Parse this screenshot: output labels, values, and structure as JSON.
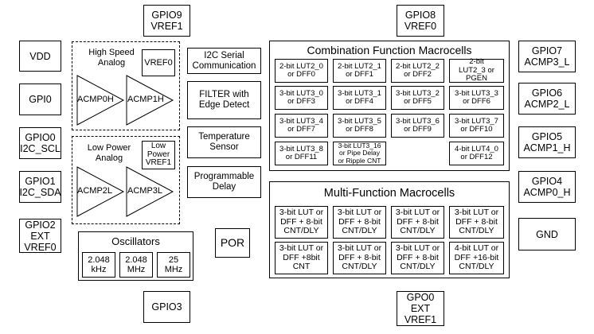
{
  "pins_top": {
    "gpio9": "GPIO9\nVREF1",
    "gpio8": "GPIO8\nVREF0"
  },
  "pins_left": [
    "VDD",
    "GPI0",
    "GPIO0\nI2C_SCL",
    "GPIO1\nI2C_SDA",
    "GPIO2\nEXT\nVREF0"
  ],
  "pins_right": [
    "GPIO7\nACMP3_L",
    "GPIO6\nACMP2_L",
    "GPIO5\nACMP1_H",
    "GPIO4\nACMP0_H",
    "GND"
  ],
  "pins_bottom": {
    "gpio3": "GPIO3",
    "gpo0": "GPO0\nEXT\nVREF1"
  },
  "high_speed": {
    "label": "High Speed\nAnalog",
    "vref": "VREF0",
    "acmp": [
      "ACMP0H",
      "ACMP1H"
    ]
  },
  "low_power": {
    "label": "Low Power\nAnalog",
    "vref": "Low\nPower\nVREF1",
    "acmp": [
      "ACMP2L",
      "ACMP3L"
    ]
  },
  "oscillators": {
    "title": "Oscillators",
    "freqs": [
      "2.048\nkHz",
      "2.048\nMHz",
      "25\nMHz"
    ]
  },
  "por": "POR",
  "middle_blocks": [
    "I2C Serial\nCommunication",
    "FILTER with\nEdge Detect",
    "Temperature\nSensor",
    "Programmable\nDelay"
  ],
  "combination": {
    "title": "Combination Function Macrocells",
    "cells": [
      [
        "2-bit LUT2_0\nor DFF0",
        "2-bit LUT2_1\nor DFF1",
        "2-bit LUT2_2\nor DFF2",
        "2-bit\nLUT2_3 or\nPGEN"
      ],
      [
        "3-bit LUT3_0\nor DFF3",
        "3-bit LUT3_1\nor DFF4",
        "3-bit LUT3_2\nor DFF5",
        "3-bit LUT3_3\nor DFF6"
      ],
      [
        "3-bit LUT3_4\nor DFF7",
        "3-bit LUT3_5\nor DFF8",
        "3-bit LUT3_6\nor DFF9",
        "3-bit LUT3_7\nor DFF10"
      ],
      [
        "3-bit LUT3_8\nor DFF11",
        "3-bit LUT3_16\nor Pipe Delay\nor Ripple CNT",
        "",
        "4-bit LUT4_0\nor DFF12"
      ]
    ]
  },
  "multifunction": {
    "title": "Multi-Function Macrocells",
    "cells": [
      [
        "3-bit LUT or\nDFF + 8-bit\nCNT/DLY",
        "3-bit LUT or\nDFF + 8-bit\nCNT/DLY",
        "3-bit LUT or\nDFF + 8-bit\nCNT/DLY",
        "3-bit LUT or\nDFF + 8-bit\nCNT/DLY"
      ],
      [
        "3-bit LUT or\nDFF +8bit\nCNT",
        "3-bit LUT or\nDFF + 8-bit\nCNT/DLY",
        "3-bit LUT or\nDFF + 8-bit\nCNT/DLY",
        "4-bit LUT or\nDFF +16-bit\nCNT/DLY"
      ]
    ]
  }
}
